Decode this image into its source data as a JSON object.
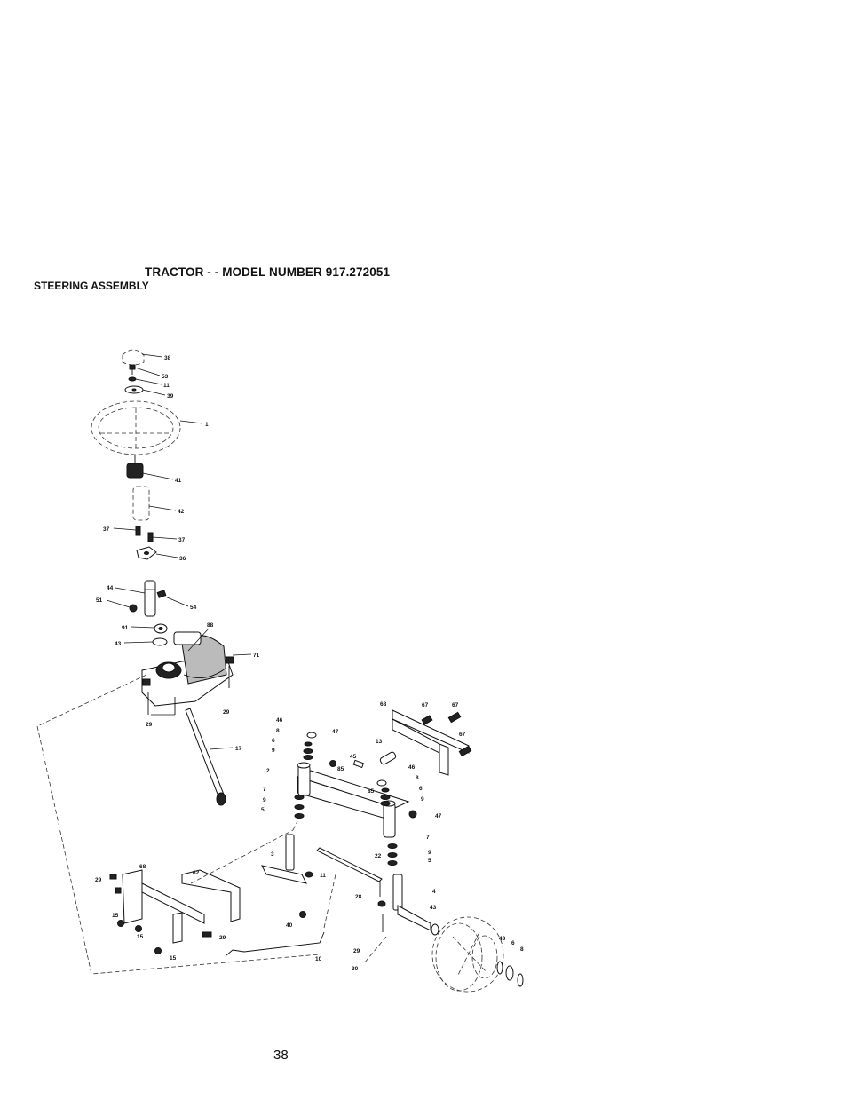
{
  "header": {
    "title": "TRACTOR - - MODEL NUMBER 917.272051",
    "subtitle": "STEERING ASSEMBLY"
  },
  "footer": {
    "page_number": "38"
  },
  "callouts": {
    "c38": "38",
    "c53": "53",
    "c11a": "11",
    "c39": "39",
    "c1": "1",
    "c41": "41",
    "c42": "42",
    "c37a": "37",
    "c37b": "37",
    "c36": "36",
    "c44": "44",
    "c54": "54",
    "c51": "51",
    "c91": "91",
    "c88": "88",
    "c43a": "43",
    "c71": "71",
    "c29a": "29",
    "c29b": "29",
    "c17": "17",
    "c68a": "68",
    "c67a": "67",
    "c67b": "67",
    "c67c": "67",
    "c46a": "46",
    "c8a": "8",
    "c6a": "6",
    "c9a": "9",
    "c47a": "47",
    "c13": "13",
    "c45": "45",
    "c85a": "85",
    "c46b": "46",
    "c8b": "8",
    "c6b": "6",
    "c9b": "9",
    "c2": "2",
    "c7a": "7",
    "c9c": "9",
    "c5a": "5",
    "c85b": "85",
    "c47b": "47",
    "c7b": "7",
    "c9d": "9",
    "c5b": "5",
    "c22": "22",
    "c3": "3",
    "c11b": "11",
    "c4": "4",
    "c28": "28",
    "c43b": "43",
    "c43c": "43",
    "c6c": "6",
    "c8c": "8",
    "c68b": "68",
    "c62": "62",
    "c29c": "29",
    "c15a": "15",
    "c15b": "15",
    "c29d": "29",
    "c15c": "15",
    "c40": "40",
    "c10": "10",
    "c29e": "29",
    "c30": "30"
  }
}
